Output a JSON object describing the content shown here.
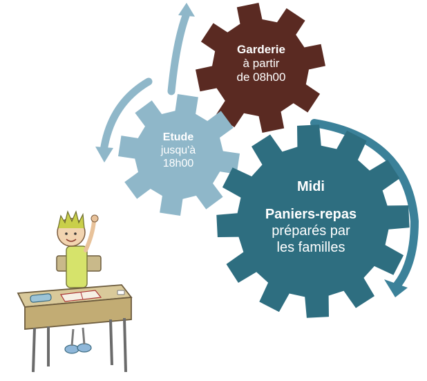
{
  "colors": {
    "garderie_gear": "#5a2a22",
    "etude_gear": "#8fb7c9",
    "midi_gear": "#2e6e80",
    "arrow_light": "#8fb7c9",
    "arrow_dark": "#3b8199"
  },
  "gears": {
    "garderie": {
      "title": "Garderie",
      "line1": "à partir",
      "line2": "de 08h00"
    },
    "etude": {
      "title": "Etude",
      "line1": "jusqu'à",
      "line2": "18h00"
    },
    "midi": {
      "title": "Midi",
      "subtitle": "Paniers-repas",
      "line1": "préparés par",
      "line2": "les familles"
    }
  },
  "illustration": {
    "icon": "student-at-desk-illustration"
  }
}
